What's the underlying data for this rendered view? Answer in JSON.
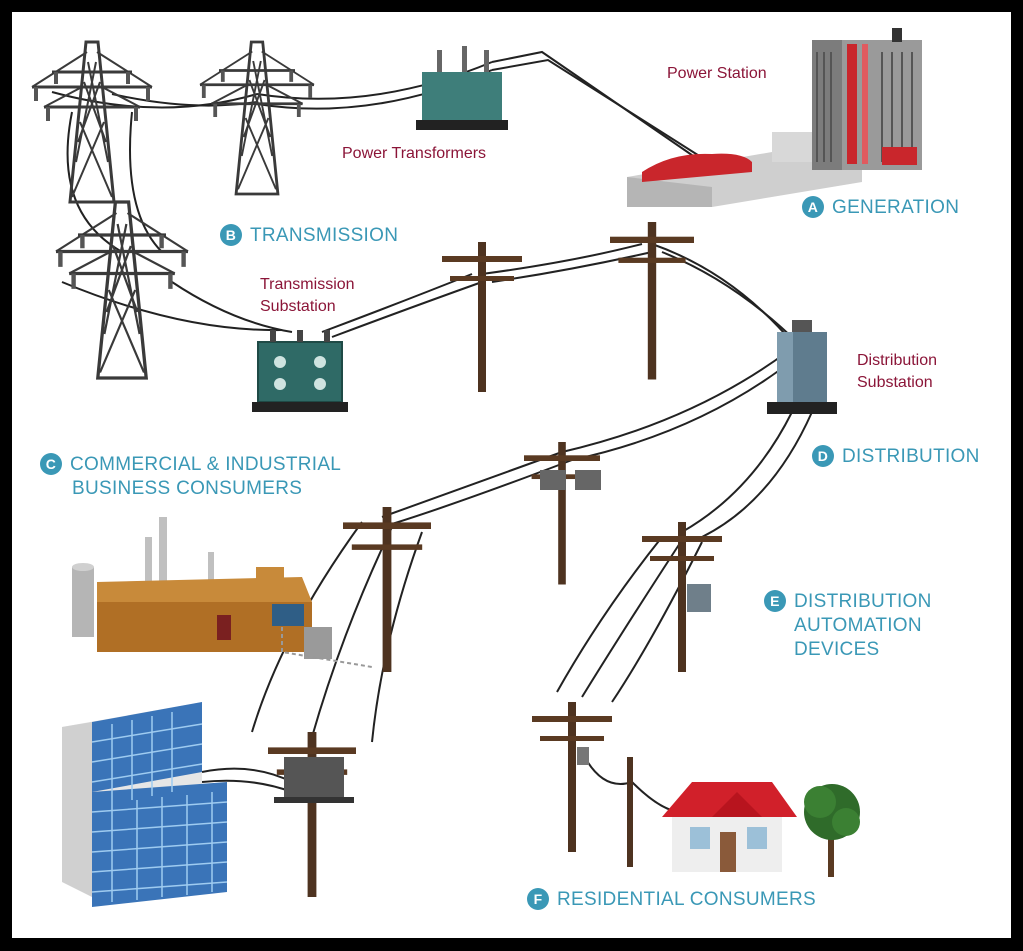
{
  "labels": {
    "power_station": "Power Station",
    "power_transformers": "Power Transformers",
    "transmission_substation_1": "Transmission",
    "transmission_substation_2": "Substation",
    "distribution_substation_1": "Distribution",
    "distribution_substation_2": "Substation"
  },
  "sections": {
    "generation": {
      "letter": "A",
      "title": "GENERATION"
    },
    "transmission": {
      "letter": "B",
      "title": "TRANSMISSION"
    },
    "commercial": {
      "letter": "C",
      "line1": "COMMERCIAL & INDUSTRIAL",
      "line2": "BUSINESS CONSUMERS"
    },
    "distribution": {
      "letter": "D",
      "title": "DISTRIBUTION"
    },
    "automation": {
      "letter": "E",
      "line1": "DISTRIBUTION",
      "line2": "AUTOMATION",
      "line3": "DEVICES"
    },
    "residential": {
      "letter": "F",
      "title": "RESIDENTIAL CONSUMERS"
    }
  },
  "colors": {
    "label_red": "#8b1538",
    "section_teal": "#3a98b6",
    "pole_brown": "#5a3a22",
    "tower_steel": "#4a4a4a"
  }
}
